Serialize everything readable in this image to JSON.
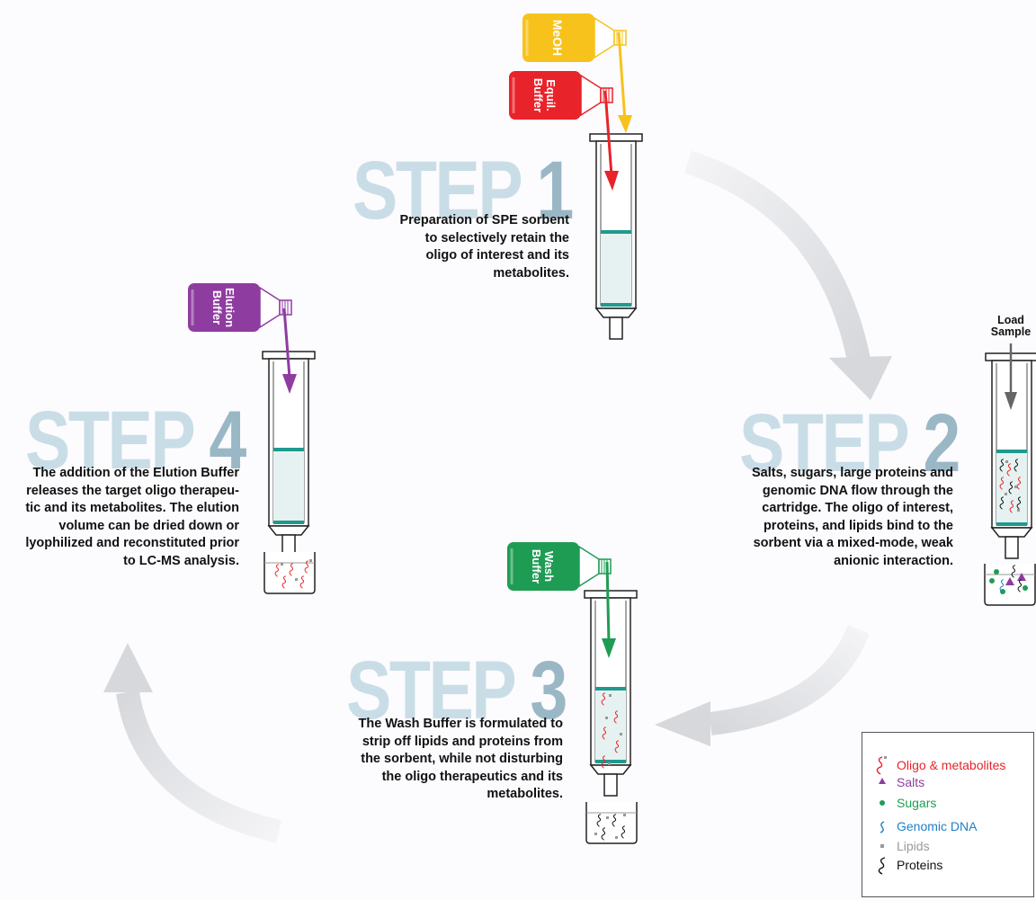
{
  "bottles": {
    "meoh": {
      "label": "MeOH",
      "color": "#f7c21b"
    },
    "equil": {
      "line1": "Equil.",
      "line2": "Buffer",
      "color": "#e8232a"
    },
    "elution": {
      "line1": "Elution",
      "line2": "Buffer",
      "color": "#8e3ca0"
    },
    "wash": {
      "line1": "Wash",
      "line2": "Buffer",
      "color": "#1f9c54"
    }
  },
  "steps": [
    {
      "word": "STEP",
      "number": "1",
      "description": [
        "Preparation of SPE sorbent",
        "to selectively retain the",
        "oligo of interest and its",
        "metabolites."
      ]
    },
    {
      "word": "STEP",
      "number": "2",
      "description": [
        "Salts, sugars, large proteins and",
        "genomic DNA flow through the",
        "cartridge. The oligo of interest,",
        "proteins, and lipids bind to the",
        "sorbent via a mixed-mode, weak",
        "anionic interaction."
      ]
    },
    {
      "word": "STEP",
      "number": "3",
      "description": [
        "The Wash Buffer is formulated to",
        "strip off lipids and proteins from",
        "the sorbent, while not disturbing",
        "the oligo therapeutics and its",
        "metabolites."
      ]
    },
    {
      "word": "STEP",
      "number": "4",
      "description": [
        "The addition of the Elution Buffer",
        "releases the target oligo therapeu-",
        "tic and its metabolites. The elution",
        "volume can be dried down or",
        "lyophilized and reconstituted prior",
        "to LC-MS analysis."
      ]
    }
  ],
  "load_sample": {
    "line1": "Load",
    "line2": "Sample"
  },
  "legend": [
    {
      "label": "Oligo & metabolites",
      "color": "#e8232a",
      "icon": "oligo-icon"
    },
    {
      "label": "Salts",
      "color": "#8e3ca0",
      "icon": "triangle-icon"
    },
    {
      "label": "Sugars",
      "color": "#1f9c54",
      "icon": "dot-icon"
    },
    {
      "label": "Genomic DNA",
      "color": "#1f7fc4",
      "icon": "dna-icon"
    },
    {
      "label": "Lipids",
      "color": "#999999",
      "icon": "square-icon"
    },
    {
      "label": "Proteins",
      "color": "#111111",
      "icon": "protein-icon"
    }
  ]
}
